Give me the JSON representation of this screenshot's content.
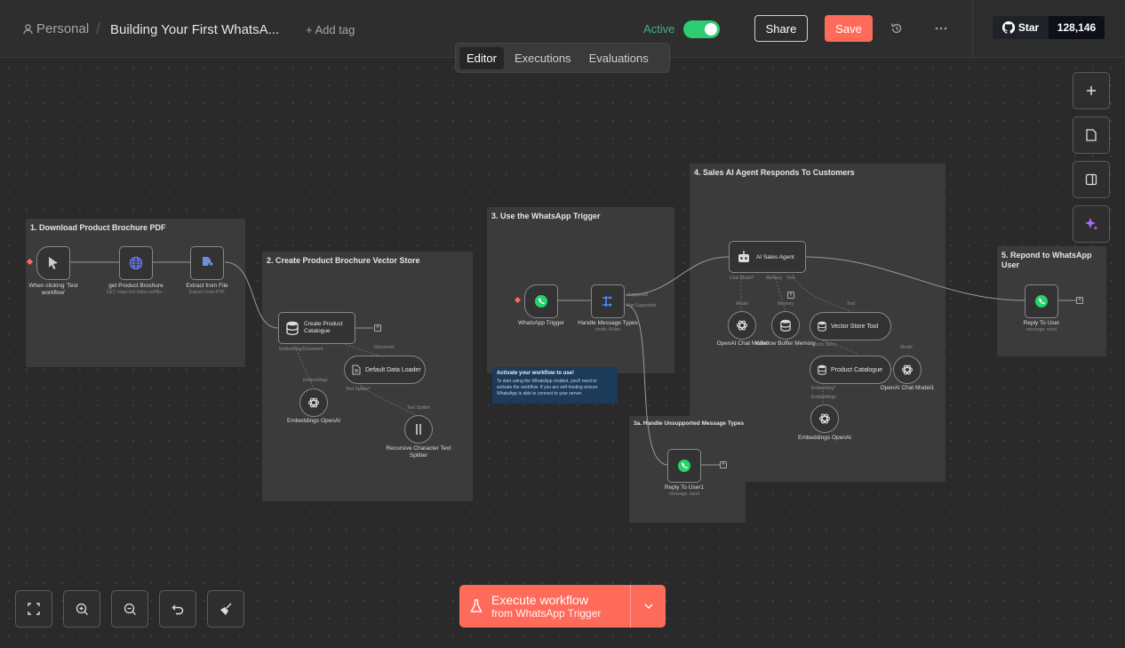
{
  "header": {
    "breadcrumb_project": "Personal",
    "workflow_title": "Building Your First WhatsApp Chatbot",
    "add_tag": "+ Add tag",
    "active_label": "Active",
    "share_label": "Share",
    "save_label": "Save",
    "github_star_label": "Star",
    "github_star_count": "128,146"
  },
  "tabs": [
    {
      "label": "Editor",
      "selected": true
    },
    {
      "label": "Executions",
      "selected": false
    },
    {
      "label": "Evaluations",
      "selected": false
    }
  ],
  "stickies": {
    "s1": "1. Download Product Brochure PDF",
    "s2": "2. Create Product Brochure Vector Store",
    "s3": "3. Use the WhatsApp Trigger",
    "s4": "4. Sales AI Agent Responds To Customers",
    "s5": "5. Repond to WhatsApp User",
    "s3a": "3a. Handle Unsupported Message Types",
    "note_title": "Activate your workflow to use!",
    "note_body": "To start using the WhatsApp chatbot, you'll need to activate the workflow. If you are self-hosting ensure WhatsApp is able to connect to your server."
  },
  "nodes": {
    "manual_trigger": {
      "label": "When clicking 'Test workflow'"
    },
    "get_brochure": {
      "label": "get Product Brochure",
      "sub": "GET: https://s3.fleibn.net/file..."
    },
    "extract_file": {
      "label": "Extract from File",
      "sub": "Extract From PDF"
    },
    "create_catalogue": {
      "label": "Create Product Catalogue"
    },
    "default_loader": {
      "label": "Default Data Loader"
    },
    "embeddings_1": {
      "label": "Embeddings OpenAI"
    },
    "text_splitter": {
      "label": "Recursive Character Text Splitter"
    },
    "whatsapp_trigger": {
      "label": "WhatsApp Trigger"
    },
    "handle_types": {
      "label": "Handle Message Types",
      "sub": "mode: Rules"
    },
    "ai_agent": {
      "label": "AI Sales Agent"
    },
    "chat_model": {
      "label": "OpenAI Chat Model"
    },
    "window_memory": {
      "label": "Window Buffer Memory"
    },
    "vector_tool": {
      "label": "Vector Store Tool"
    },
    "product_catalogue": {
      "label": "Product Catalogue"
    },
    "chat_model_1": {
      "label": "OpenAI Chat Model1"
    },
    "embeddings_2": {
      "label": "Embeddings OpenAI"
    },
    "reply_user": {
      "label": "Reply To User",
      "sub": "message: send"
    },
    "reply_user_1": {
      "label": "Reply To User1",
      "sub": "message: send"
    }
  },
  "ports": {
    "embedding_document": "Embedding/Document",
    "document": "Document",
    "embeddings": "Embeddings",
    "text_splitter_in": "Text Splitter*",
    "text_splitter": "Text Splitter",
    "supported": "Supported",
    "not_supported": "Not Supported",
    "chat_model": "Chat Model*",
    "memory": "Memory",
    "tool": "Tool",
    "model": "Model",
    "vector_store": "Vector Store",
    "embedding": "Embedding*"
  },
  "execute": {
    "label": "Execute workflow",
    "sub": "from WhatsApp Trigger"
  },
  "colors": {
    "accent": "#ff6b5b",
    "active_green": "#2ecc71",
    "whatsapp_green": "#25d366"
  }
}
